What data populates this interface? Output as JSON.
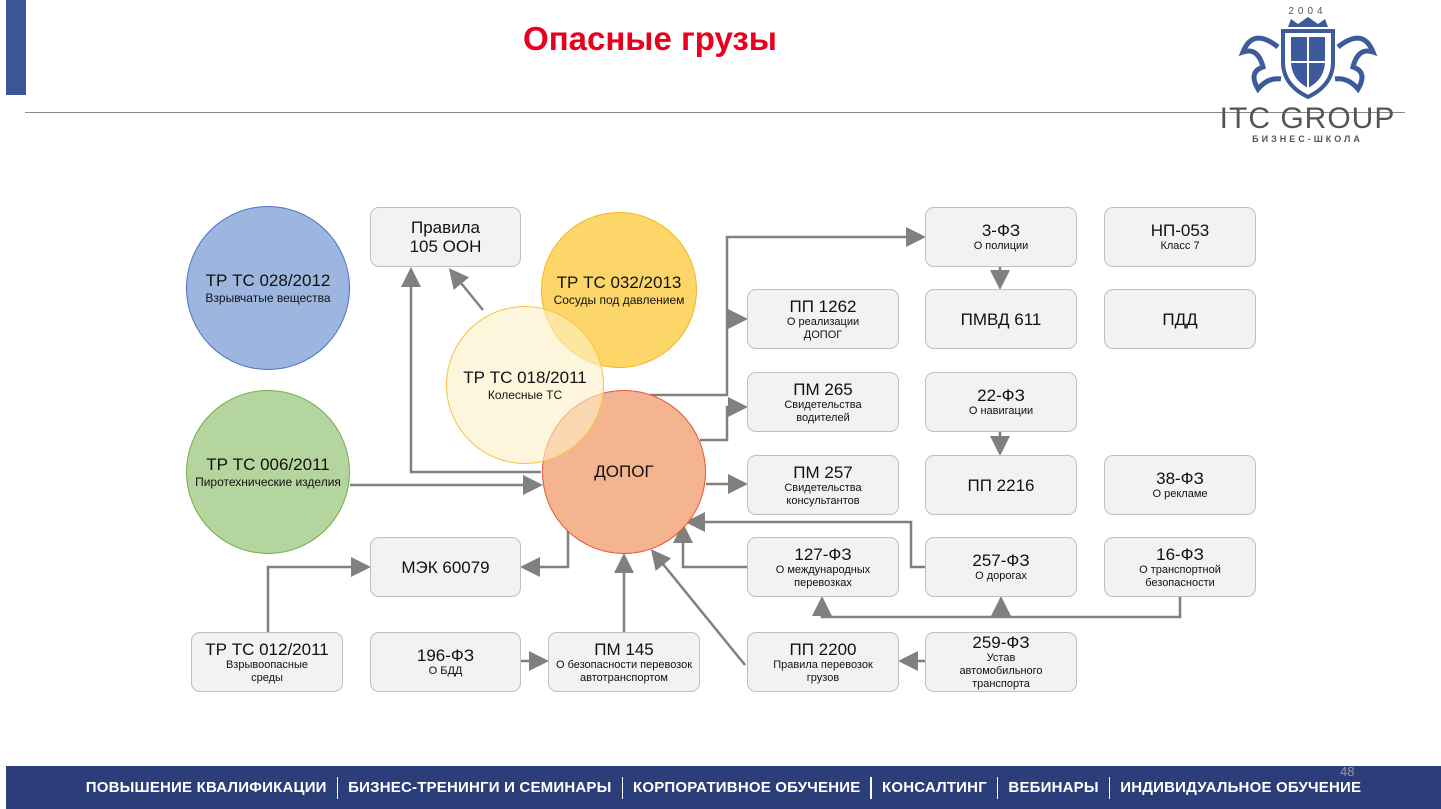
{
  "title": "Опасные грузы",
  "logo": {
    "year": "2004",
    "name": "ITC GROUP",
    "subtitle": "БИЗНЕС-ШКОЛА"
  },
  "circles": [
    {
      "id": "tr028",
      "title": "ТР ТС 028/2012",
      "sub": "Взрывчатые вещества"
    },
    {
      "id": "tr006",
      "title": "ТР ТС 006/2011",
      "sub": "Пиротехнические изделия"
    },
    {
      "id": "tr032",
      "title": "ТР ТС 032/2013",
      "sub": "Сосуды под давлением"
    },
    {
      "id": "tr018",
      "title": "ТР ТС 018/2011",
      "sub": "Колесные ТС"
    },
    {
      "id": "dopog",
      "title": "ДОПОГ",
      "sub": ""
    }
  ],
  "boxes": [
    {
      "title": "Правила 105 ООН",
      "sub": ""
    },
    {
      "title": "3-ФЗ",
      "sub": "О полиции"
    },
    {
      "title": "НП-053",
      "sub": "Класс 7"
    },
    {
      "title": "ПП 1262",
      "sub": "О реализации ДОПОГ"
    },
    {
      "title": "ПМВД 611",
      "sub": ""
    },
    {
      "title": "ПДД",
      "sub": ""
    },
    {
      "title": "ПМ 265",
      "sub": "Свидетельства водителей"
    },
    {
      "title": "22-ФЗ",
      "sub": "О навигации"
    },
    {
      "title": "ПМ 257",
      "sub": "Свидетельства консультантов"
    },
    {
      "title": "ПП 2216",
      "sub": ""
    },
    {
      "title": "38-ФЗ",
      "sub": "О рекламе"
    },
    {
      "title": "МЭК 60079",
      "sub": ""
    },
    {
      "title": "127-ФЗ",
      "sub": "О международных перевозках"
    },
    {
      "title": "257-ФЗ",
      "sub": "О дорогах"
    },
    {
      "title": "16-ФЗ",
      "sub": "О транспортной безопасности"
    },
    {
      "title": "ТР ТС 012/2011",
      "sub": "Взрывоопасные среды"
    },
    {
      "title": "196-ФЗ",
      "sub": "О БДД"
    },
    {
      "title": "ПМ 145",
      "sub": "О безопасности перевозок автотранспортом"
    },
    {
      "title": "ПП 2200",
      "sub": "Правила перевозок грузов"
    },
    {
      "title": "259-ФЗ",
      "sub": "Устав автомобильного транспорта"
    }
  ],
  "footer": [
    "ПОВЫШЕНИЕ КВАЛИФИКАЦИИ",
    "БИЗНЕС-ТРЕНИНГИ И СЕМИНАРЫ",
    "КОРПОРАТИВНОЕ ОБУЧЕНИЕ",
    "КОНСАЛТИНГ",
    "ВЕБИНАРЫ",
    "ИНДИВИДУАЛЬНОЕ ОБУЧЕНИЕ"
  ],
  "page_number": "48",
  "colors": {
    "title": "#e8001c",
    "footer": "#2c3e7a",
    "arrow": "#808080"
  }
}
